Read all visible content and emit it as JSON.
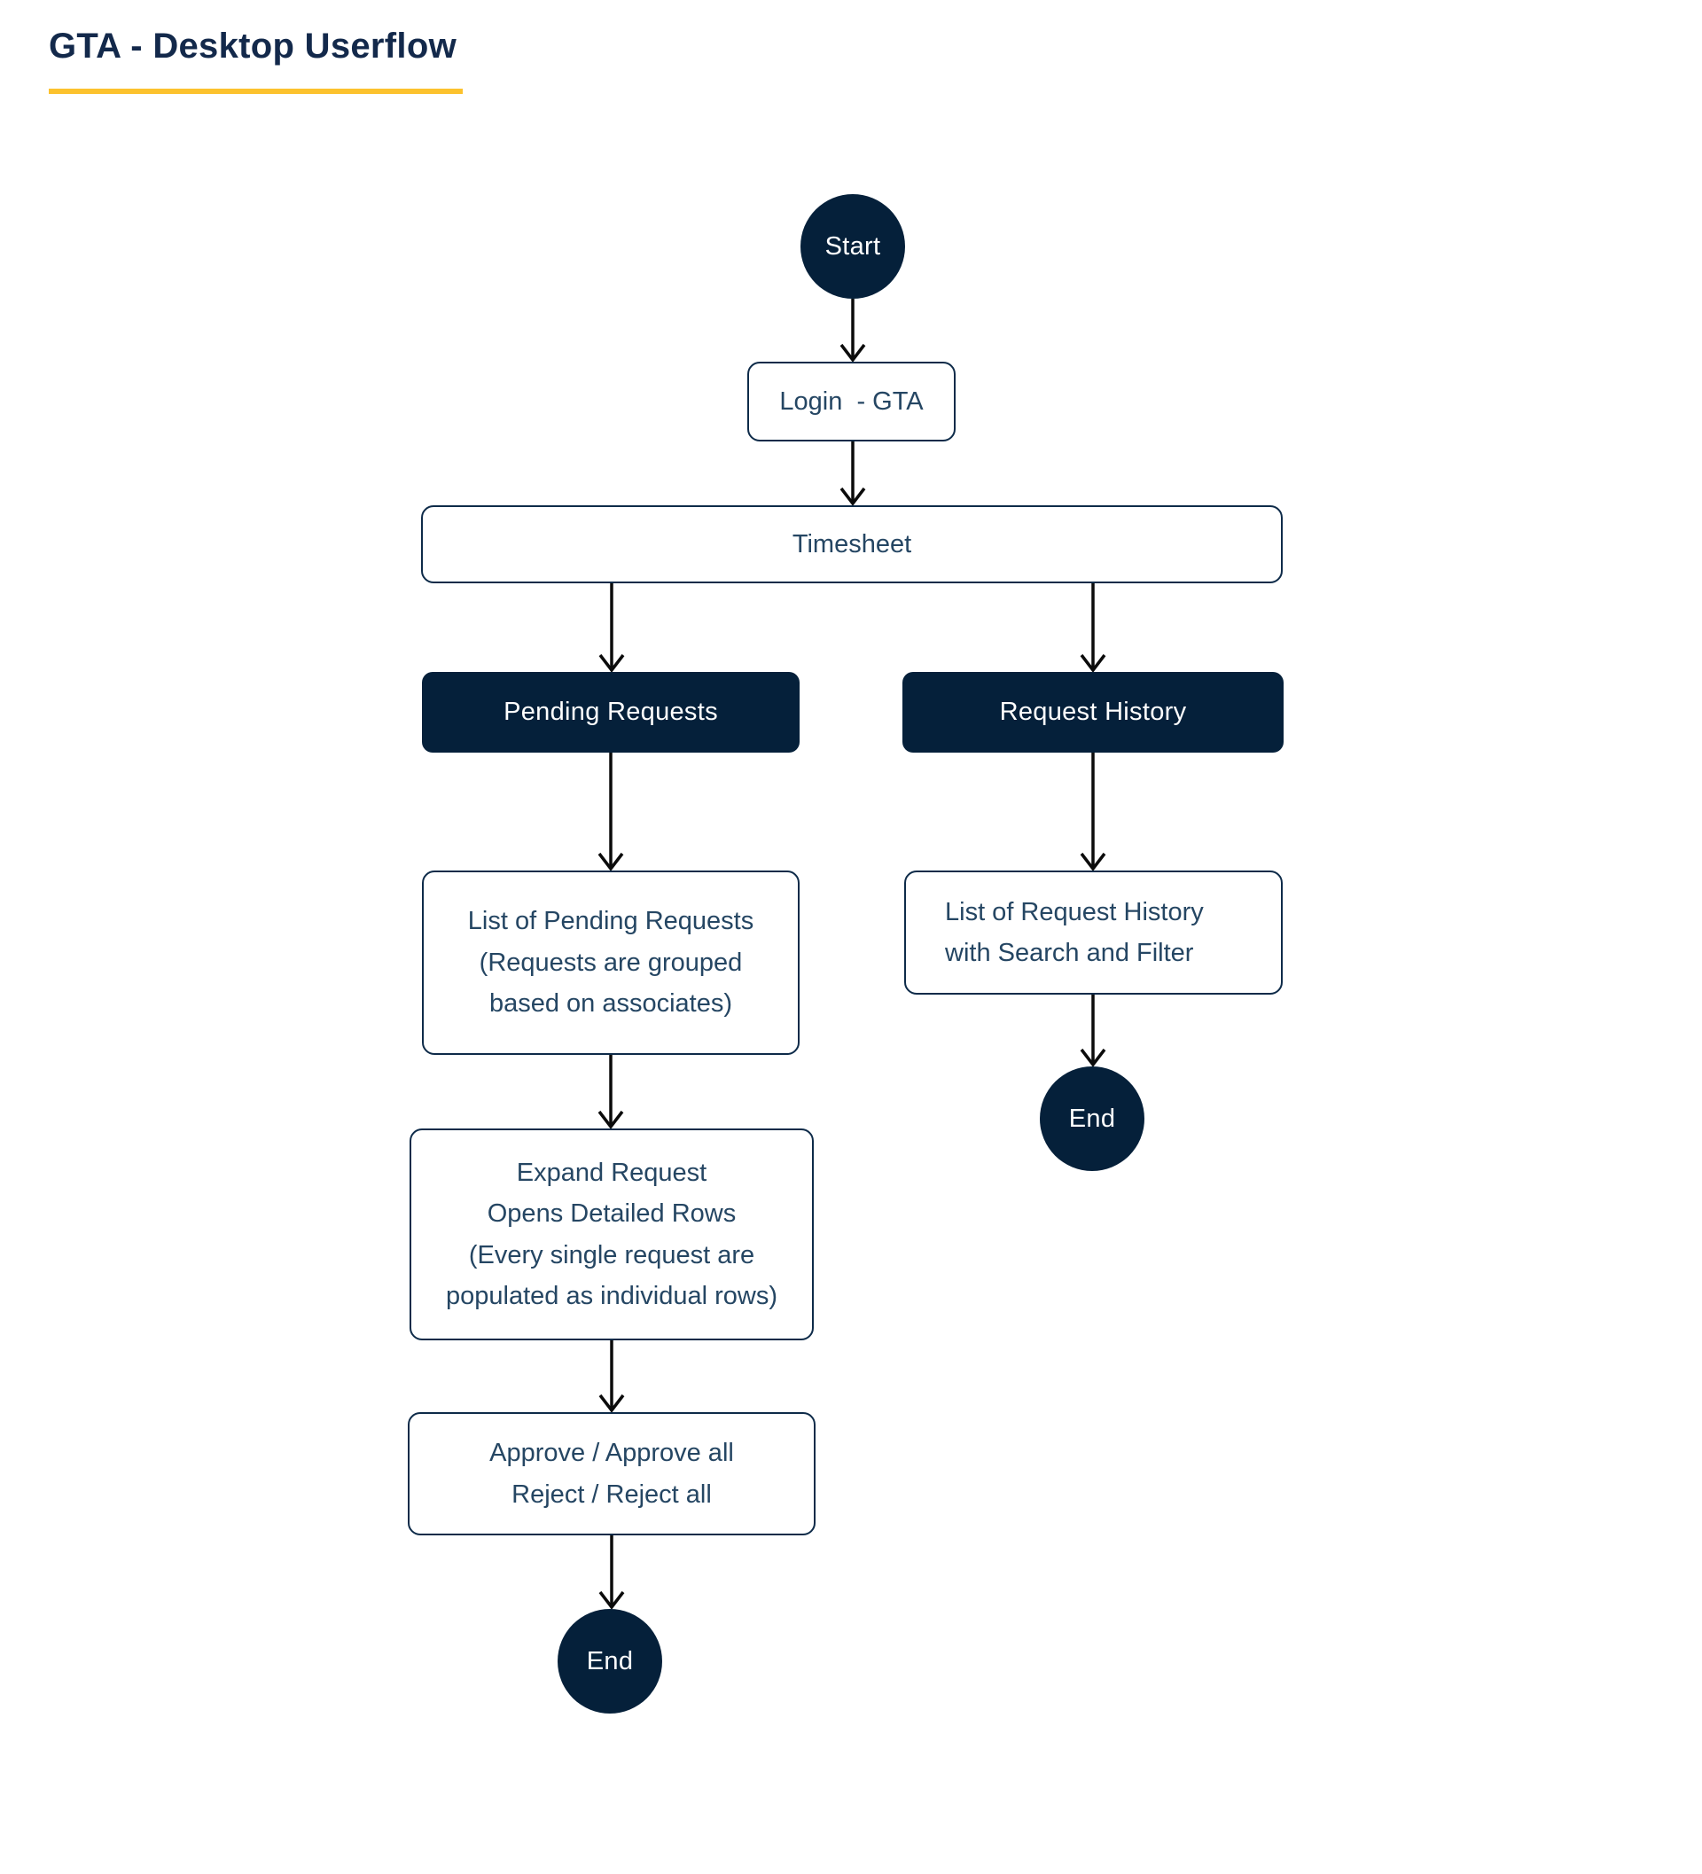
{
  "title": "GTA - Desktop Userflow",
  "colors": {
    "node_fill_dark": "#05203A",
    "node_border": "#0E2B49",
    "node_text": "#254663",
    "title_text": "#13294B",
    "title_underline": "#FCC22D",
    "arrow": "#0B0B0B",
    "background": "#FFFFFF"
  },
  "nodes": {
    "start": {
      "label": "Start"
    },
    "login": {
      "label": "Login  - GTA"
    },
    "timesheet": {
      "label": "Timesheet"
    },
    "pending_requests": {
      "label": "Pending Requests"
    },
    "request_history": {
      "label": "Request History"
    },
    "pending_list": {
      "lines": [
        "List of Pending Requests",
        "(Requests are grouped",
        "based on associates)"
      ]
    },
    "history_list": {
      "lines": [
        "List of Request History",
        "with Search and Filter"
      ]
    },
    "expand_request": {
      "lines": [
        "Expand Request",
        "Opens Detailed Rows",
        "(Every single request are",
        "populated as individual rows)"
      ]
    },
    "approve_reject": {
      "lines": [
        "Approve / Approve all",
        "Reject / Reject all"
      ]
    },
    "end_pending_branch": {
      "label": "End"
    },
    "end_history_branch": {
      "label": "End"
    }
  },
  "connectors": [
    {
      "from": "start",
      "to": "login"
    },
    {
      "from": "login",
      "to": "timesheet"
    },
    {
      "from": "timesheet",
      "to": "pending_requests"
    },
    {
      "from": "timesheet",
      "to": "request_history"
    },
    {
      "from": "pending_requests",
      "to": "pending_list"
    },
    {
      "from": "request_history",
      "to": "history_list"
    },
    {
      "from": "pending_list",
      "to": "expand_request"
    },
    {
      "from": "history_list",
      "to": "end_history_branch"
    },
    {
      "from": "expand_request",
      "to": "approve_reject"
    },
    {
      "from": "approve_reject",
      "to": "end_pending_branch"
    }
  ]
}
